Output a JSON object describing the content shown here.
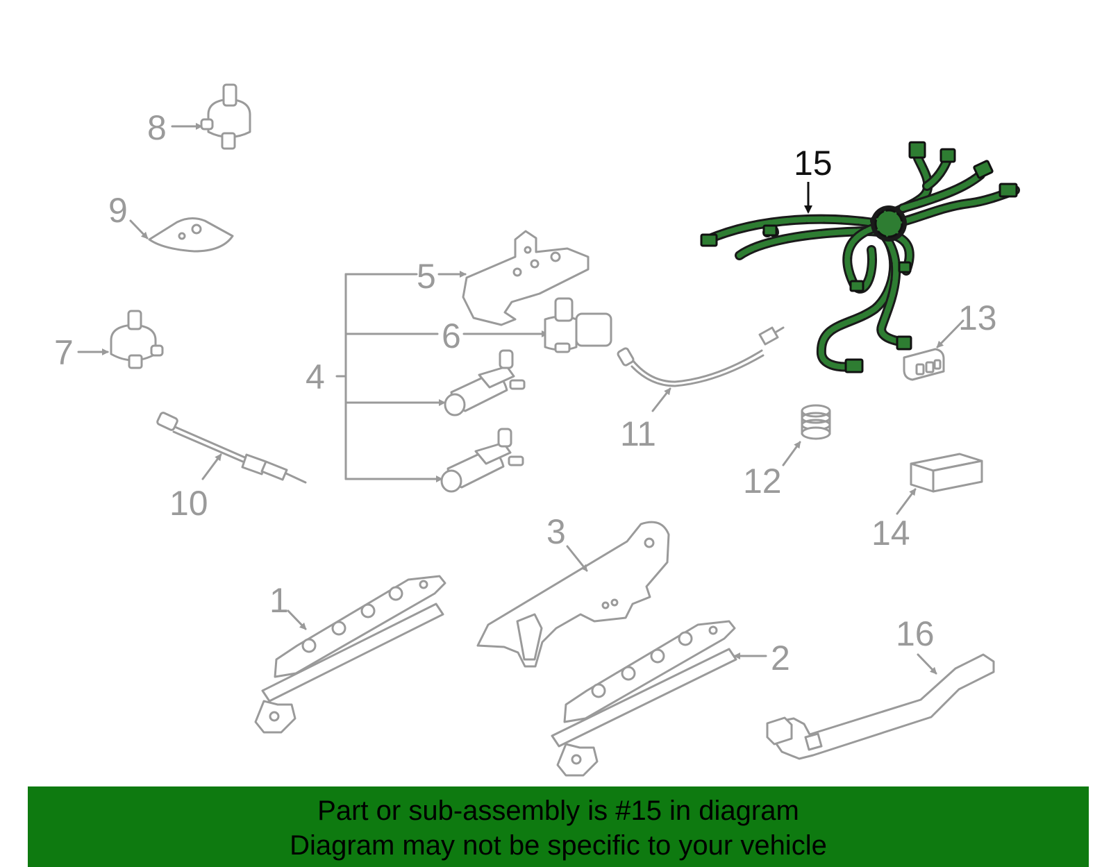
{
  "callouts": {
    "c1": "1",
    "c2": "2",
    "c3": "3",
    "c4": "4",
    "c5": "5",
    "c6": "6",
    "c7": "7",
    "c8": "8",
    "c9": "9",
    "c10": "10",
    "c11": "11",
    "c12": "12",
    "c13": "13",
    "c14": "14",
    "c15": "15",
    "c16": "16"
  },
  "highlight": {
    "part": "15",
    "color": "#2e7d32"
  },
  "banner": {
    "line1": "Part or sub-assembly is #15 in diagram",
    "line2": "Diagram may not be specific to your vehicle",
    "background": "#0e7a10"
  }
}
